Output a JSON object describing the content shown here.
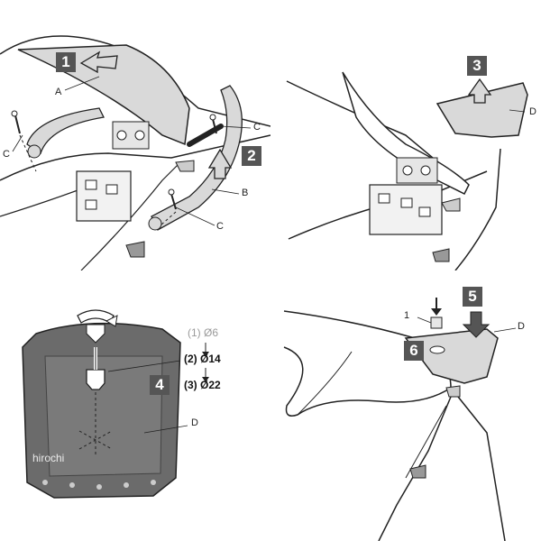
{
  "steps": [
    "1",
    "2",
    "3",
    "4",
    "5",
    "6"
  ],
  "labels": {
    "a": "A",
    "b": "B",
    "c": "C",
    "d": "D",
    "one": "1"
  },
  "dimensions": [
    {
      "text": "(1) Ø6",
      "state": "light"
    },
    {
      "text": "(2) Ø14",
      "state": "bold"
    },
    {
      "text": "(3) Ø22",
      "state": "bold"
    }
  ],
  "watermark": "hirochi",
  "colors": {
    "step_box": "#555555",
    "part_fill": "#d9d9d9",
    "plate_fill": "#6b6b6b",
    "line": "#222222"
  }
}
